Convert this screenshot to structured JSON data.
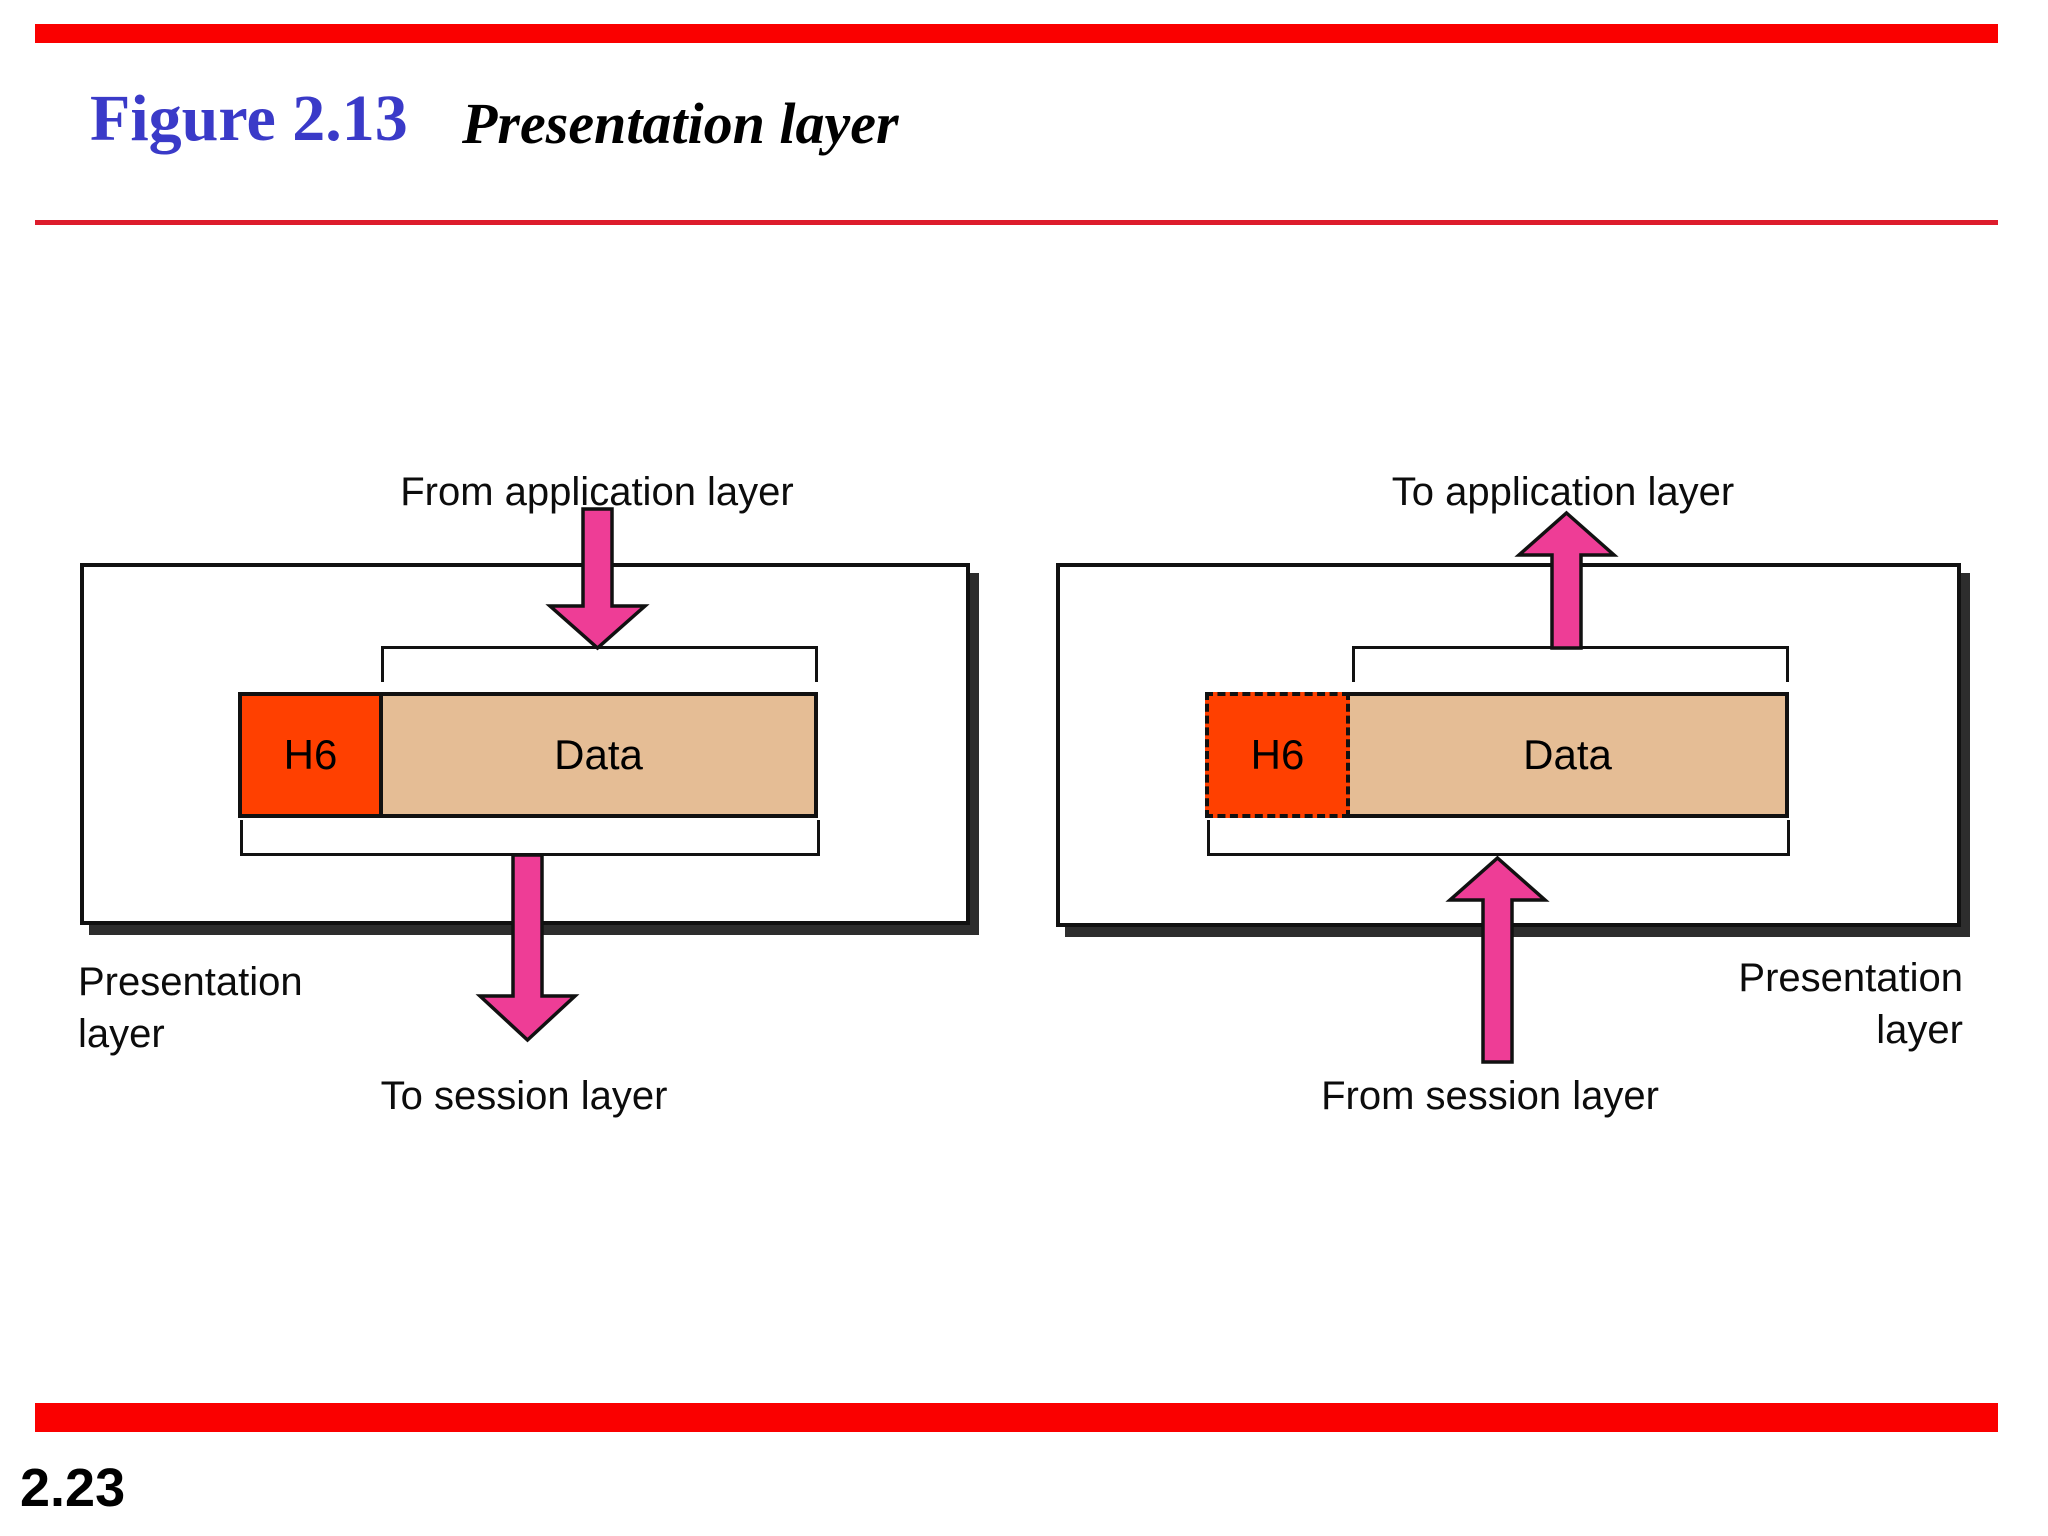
{
  "header": {
    "figure_label": "Figure 2.13",
    "figure_title": "Presentation layer"
  },
  "diagrams": {
    "left": {
      "top_label": "From application layer",
      "packet": {
        "header": "H6",
        "payload": "Data"
      },
      "layer_label_line1": "Presentation",
      "layer_label_line2": "layer",
      "bottom_label": "To session layer"
    },
    "right": {
      "top_label": "To application layer",
      "packet": {
        "header": "H6",
        "payload": "Data"
      },
      "layer_label_line1": "Presentation",
      "layer_label_line2": "layer",
      "bottom_label": "From session layer"
    }
  },
  "footer": {
    "page_number": "2.23"
  },
  "colors": {
    "bar_red": "#fa0000",
    "rule_red": "#dd1c2c",
    "title_blue": "#3a3ac8",
    "arrow_pink": "#ee3d96",
    "header_orange": "#ff4000",
    "payload_tan": "#e5bd95",
    "shadow": "#2d2d2d",
    "ink": "#111111"
  }
}
